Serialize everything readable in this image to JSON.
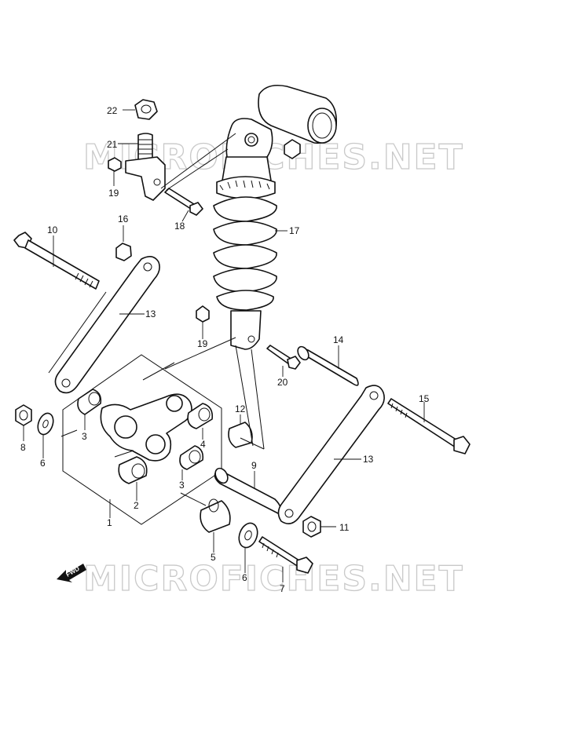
{
  "watermark": {
    "top": "MICROFICHES.NET",
    "bottom": "MICROFICHES.NET"
  },
  "direction_arrow": {
    "label": "FWD"
  },
  "callouts": {
    "c1": "1",
    "c2": "2",
    "c3a": "3",
    "c3b": "3",
    "c4": "4",
    "c5": "5",
    "c6a": "6",
    "c6b": "6",
    "c7": "7",
    "c8": "8",
    "c9": "9",
    "c10": "10",
    "c11": "11",
    "c12": "12",
    "c13a": "13",
    "c13b": "13",
    "c14": "14",
    "c15": "15",
    "c16": "16",
    "c17": "17",
    "c18": "18",
    "c19a": "19",
    "c19b": "19",
    "c20": "20",
    "c21": "21",
    "c22": "22"
  }
}
